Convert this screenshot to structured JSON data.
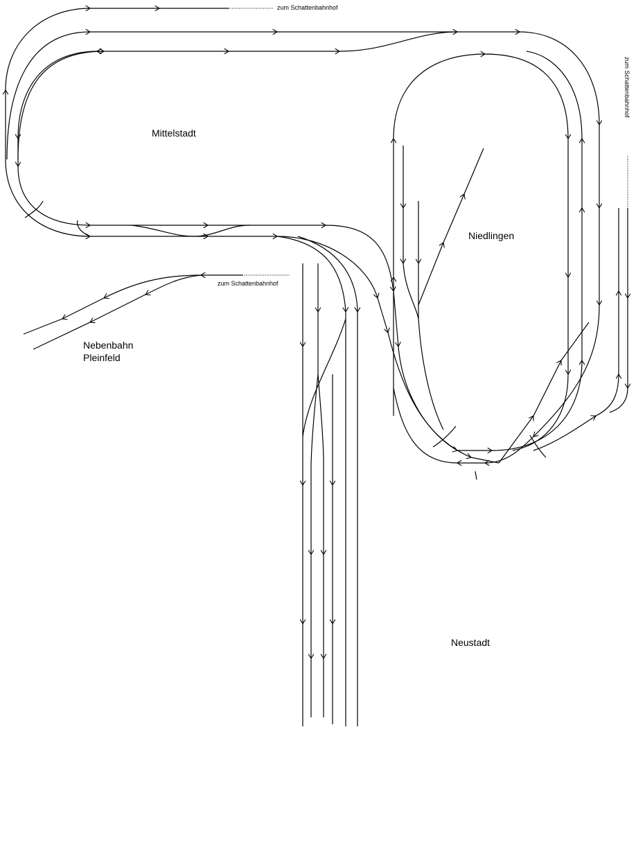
{
  "labels": {
    "mittelstadt": "Mittelstadt",
    "niedlingen": "Niedlingen",
    "nebenbahn_line1": "Nebenbahn",
    "nebenbahn_line2": "Pleinfeld",
    "neustadt": "Neustadt"
  },
  "connectors": {
    "top": "zum Schattenbahnhof",
    "right": "zum Schattenbahnhof",
    "left": "zum Schattenbahnhof"
  },
  "colors": {
    "track": "#000000",
    "background": "#ffffff"
  }
}
